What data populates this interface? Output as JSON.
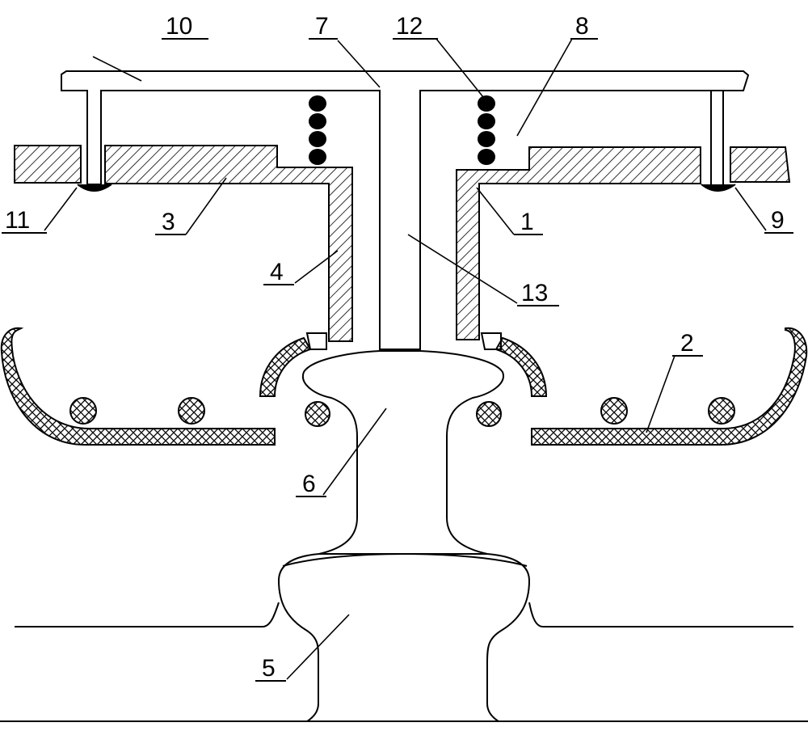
{
  "labels": {
    "l1": "1",
    "l2": "2",
    "l3": "3",
    "l4": "4",
    "l5": "5",
    "l6": "6",
    "l7": "7",
    "l8": "8",
    "l9": "9",
    "l10": "10",
    "l11": "11",
    "l12": "12",
    "l13": "13"
  },
  "colors": {
    "ink": "#000000",
    "paper": "#ffffff"
  }
}
